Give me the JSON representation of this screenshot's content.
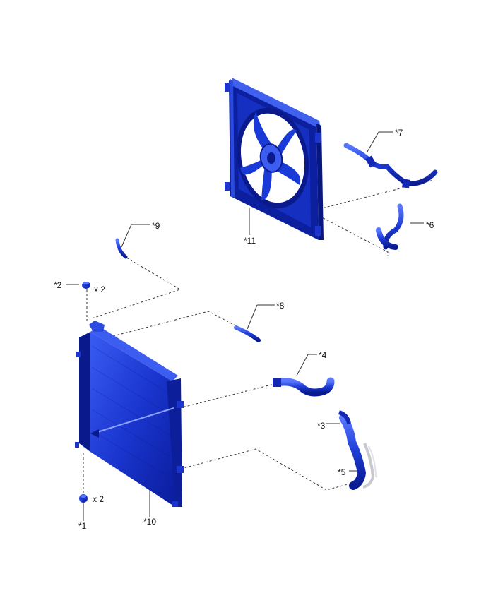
{
  "callouts": {
    "c1": "*1",
    "c2": "*2",
    "c3": "*3",
    "c4": "*4",
    "c5": "*5",
    "c6": "*6",
    "c7": "*7",
    "c8": "*8",
    "c9": "*9",
    "c10": "*10",
    "c11": "*11"
  },
  "quantities": {
    "q1": "x 2",
    "q2": "x 2"
  },
  "colors": {
    "part_dark": "#0a1fa8",
    "part_mid": "#1f3fd6",
    "part_light": "#4a66f0",
    "line": "#333333"
  }
}
